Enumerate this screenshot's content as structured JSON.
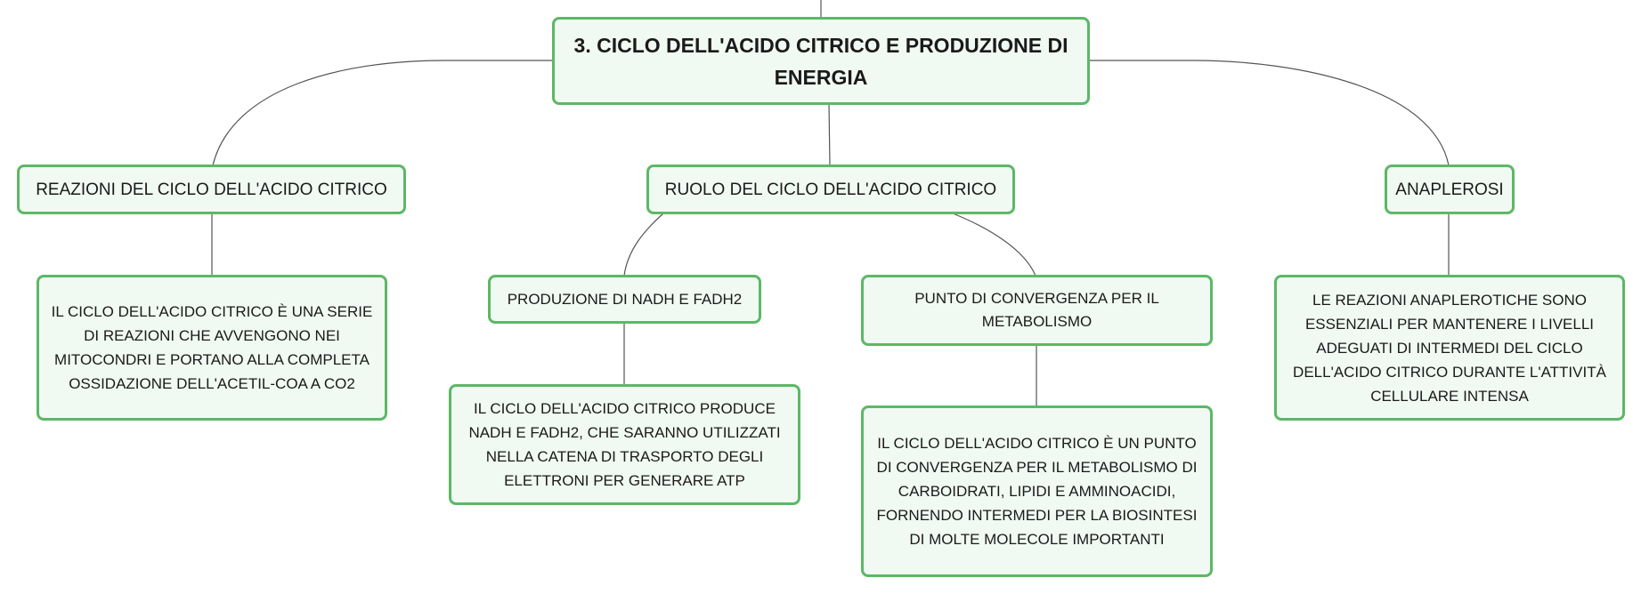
{
  "colors": {
    "node_border": "#5cb866",
    "node_fill": "#f0faf2",
    "connector": "#555555",
    "text": "#1a1a1a"
  },
  "root": {
    "label": "3. CICLO DELL'ACIDO CITRICO E PRODUZIONE DI ENERGIA"
  },
  "branches": {
    "reazioni": {
      "label": "REAZIONI DEL CICLO DELL'ACIDO CITRICO",
      "detail": "IL CICLO DELL'ACIDO CITRICO È UNA SERIE DI REAZIONI CHE AVVENGONO NEI MITOCONDRI E PORTANO ALLA COMPLETA OSSIDAZIONE DELL'ACETIL-COA A CO2"
    },
    "ruolo": {
      "label": "RUOLO DEL CICLO DELL'ACIDO CITRICO",
      "produzione": {
        "label": "PRODUZIONE DI NADH E FADH2",
        "detail": "IL CICLO DELL'ACIDO CITRICO PRODUCE NADH E FADH2, CHE SARANNO UTILIZZATI NELLA CATENA DI TRASPORTO DEGLI ELETTRONI PER GENERARE ATP"
      },
      "convergenza": {
        "label": "PUNTO DI CONVERGENZA PER IL METABOLISMO",
        "detail": "IL CICLO DELL'ACIDO CITRICO È UN PUNTO DI CONVERGENZA PER IL METABOLISMO DI CARBOIDRATI, LIPIDI E AMMINOACIDI, FORNENDO INTERMEDI PER LA BIOSINTESI DI MOLTE MOLECOLE IMPORTANTI"
      }
    },
    "anaplerosi": {
      "label": "ANAPLEROSI",
      "detail": "LE REAZIONI ANAPLEROTICHE SONO ESSENZIALI PER MANTENERE I LIVELLI ADEGUATI DI INTERMEDI DEL CICLO DELL'ACIDO CITRICO DURANTE L'ATTIVITÀ CELLULARE INTENSA"
    }
  }
}
